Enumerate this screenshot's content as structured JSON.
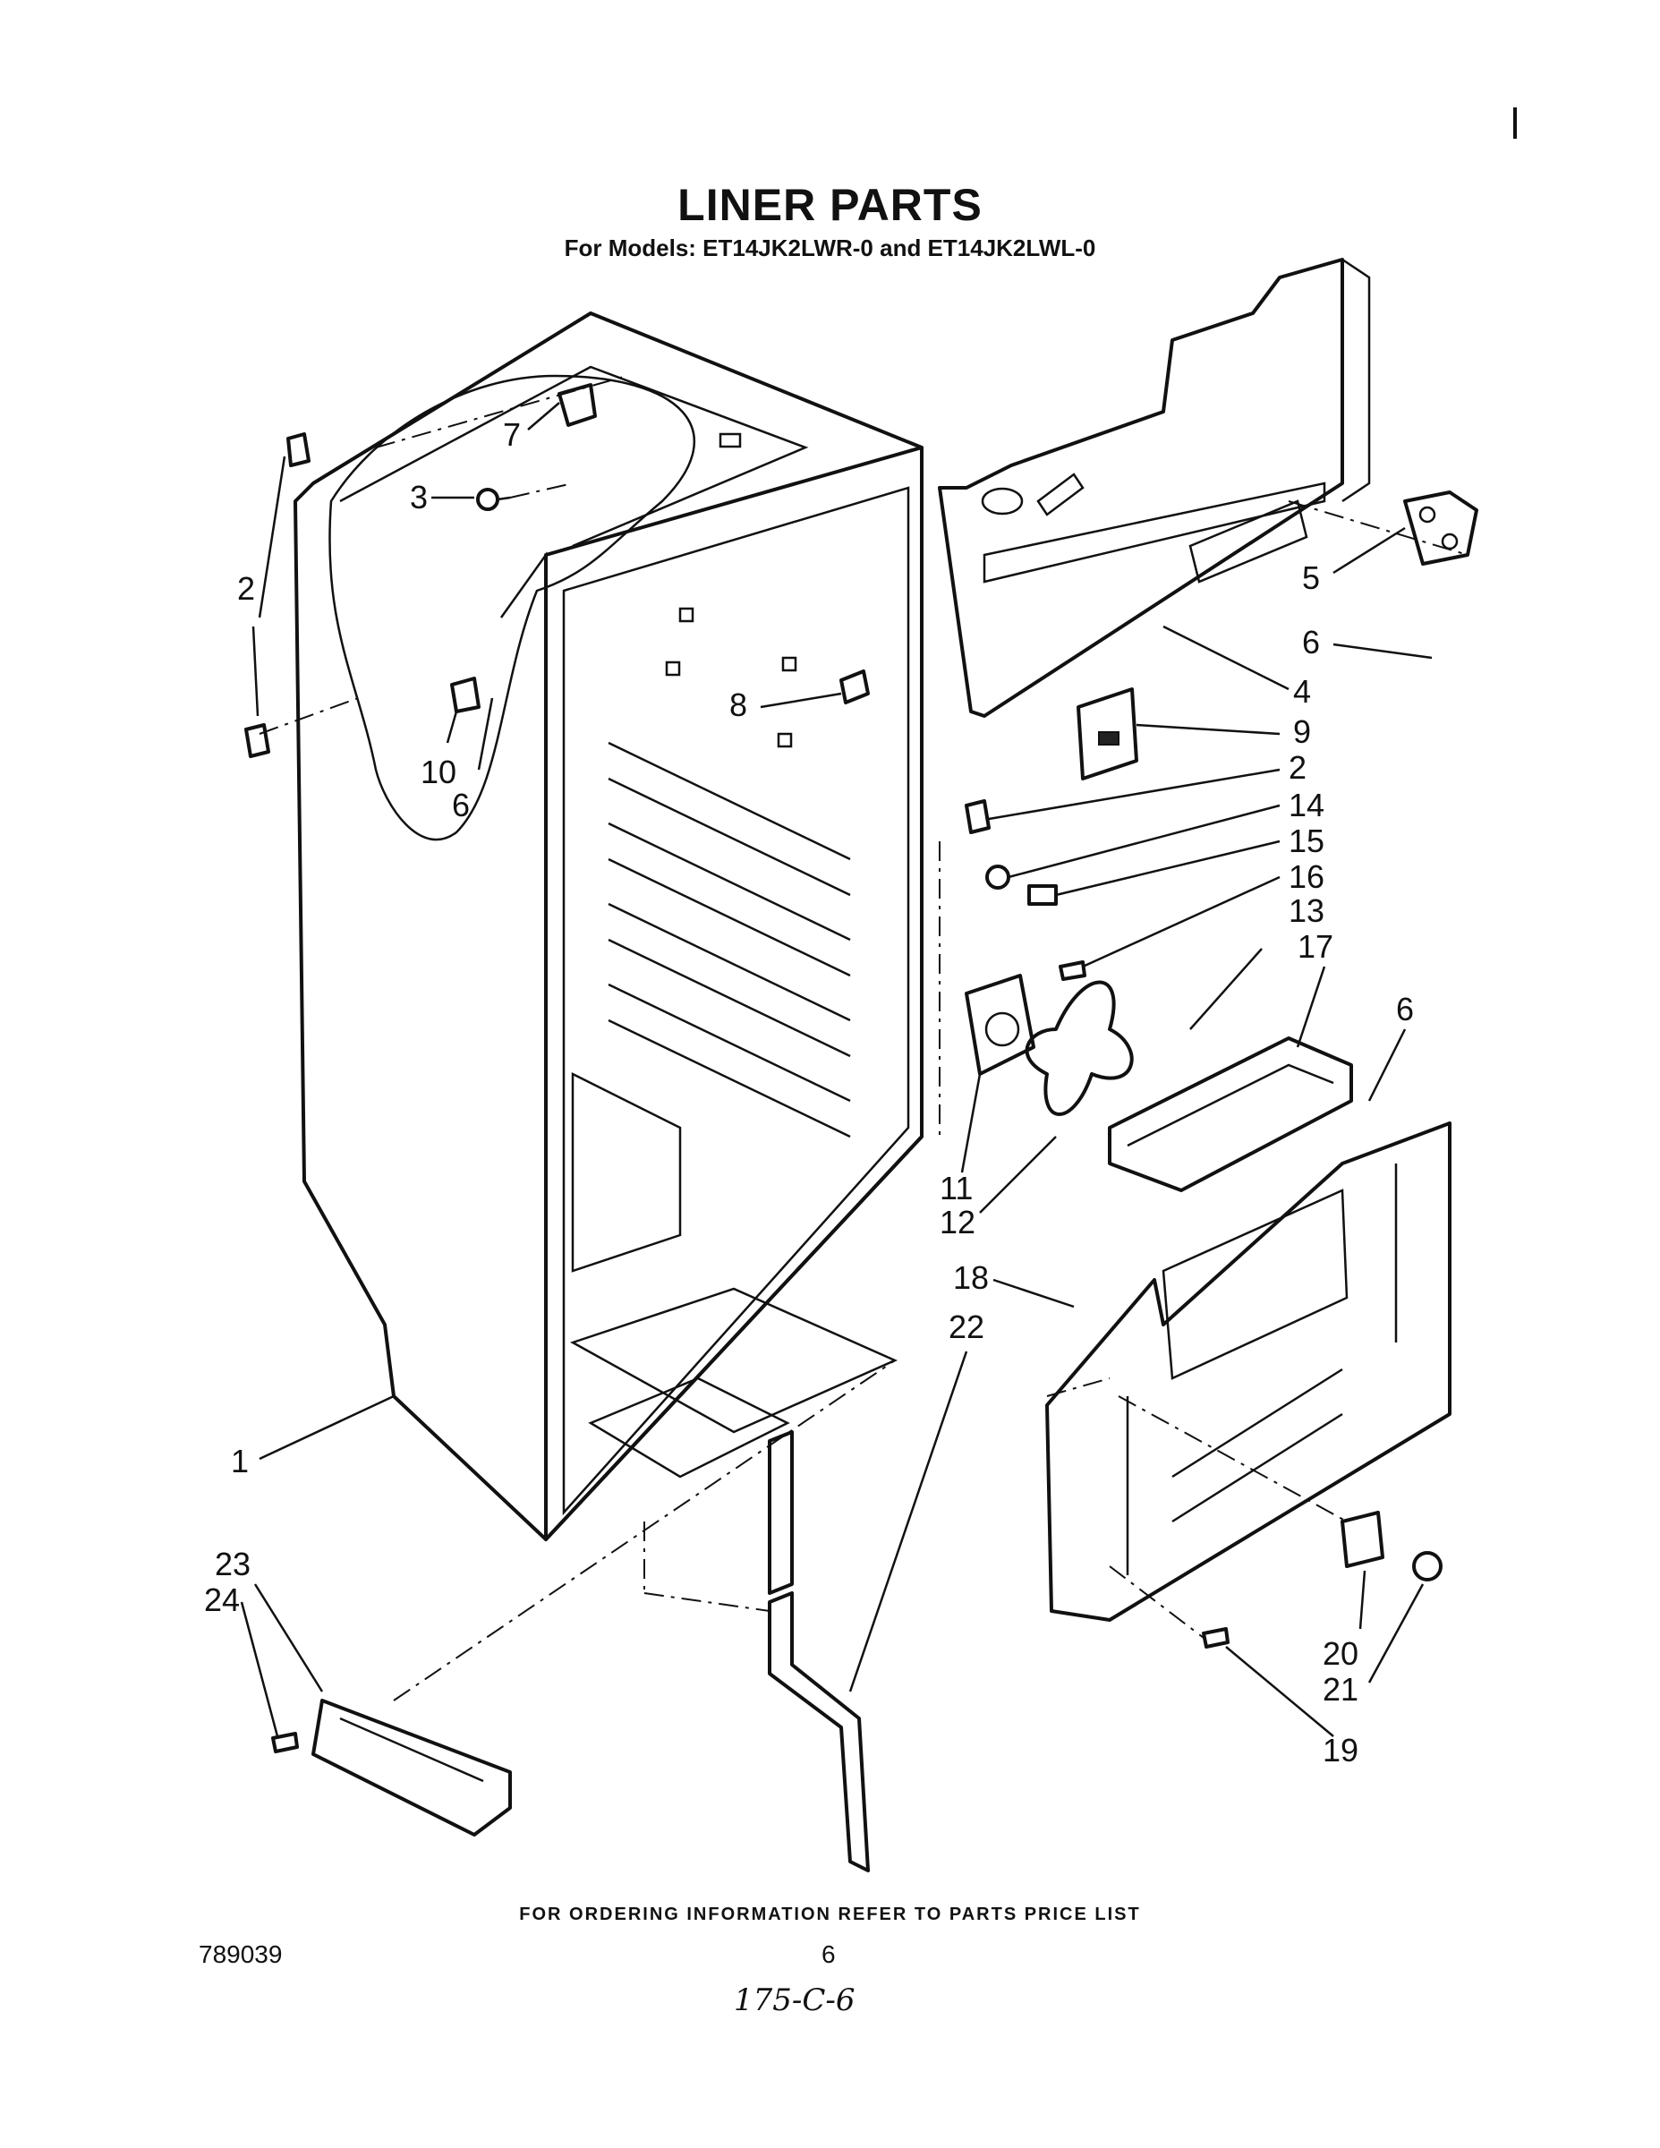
{
  "header": {
    "title": "LINER PARTS",
    "subtitle": "For Models: ET14JK2LWR-0 and ET14JK2LWL-0"
  },
  "callouts": [
    {
      "id": "c1",
      "label": "1"
    },
    {
      "id": "c2a",
      "label": "2"
    },
    {
      "id": "c2b",
      "label": "2"
    },
    {
      "id": "c3",
      "label": "3"
    },
    {
      "id": "c4",
      "label": "4"
    },
    {
      "id": "c5",
      "label": "5"
    },
    {
      "id": "c6a",
      "label": "6"
    },
    {
      "id": "c6b",
      "label": "6"
    },
    {
      "id": "c6c",
      "label": "6"
    },
    {
      "id": "c7",
      "label": "7"
    },
    {
      "id": "c8",
      "label": "8"
    },
    {
      "id": "c9",
      "label": "9"
    },
    {
      "id": "c10",
      "label": "10"
    },
    {
      "id": "c11",
      "label": "11"
    },
    {
      "id": "c12",
      "label": "12"
    },
    {
      "id": "c13",
      "label": "13"
    },
    {
      "id": "c14",
      "label": "14"
    },
    {
      "id": "c15",
      "label": "15"
    },
    {
      "id": "c16",
      "label": "16"
    },
    {
      "id": "c17",
      "label": "17"
    },
    {
      "id": "c18",
      "label": "18"
    },
    {
      "id": "c19",
      "label": "19"
    },
    {
      "id": "c20",
      "label": "20"
    },
    {
      "id": "c21",
      "label": "21"
    },
    {
      "id": "c22",
      "label": "22"
    },
    {
      "id": "c23",
      "label": "23"
    },
    {
      "id": "c24",
      "label": "24"
    }
  ],
  "footer": {
    "ordering_note": "FOR ORDERING INFORMATION REFER TO PARTS PRICE LIST",
    "document_number": "789039",
    "page_number": "6",
    "handwritten_note": "175-C-6"
  }
}
